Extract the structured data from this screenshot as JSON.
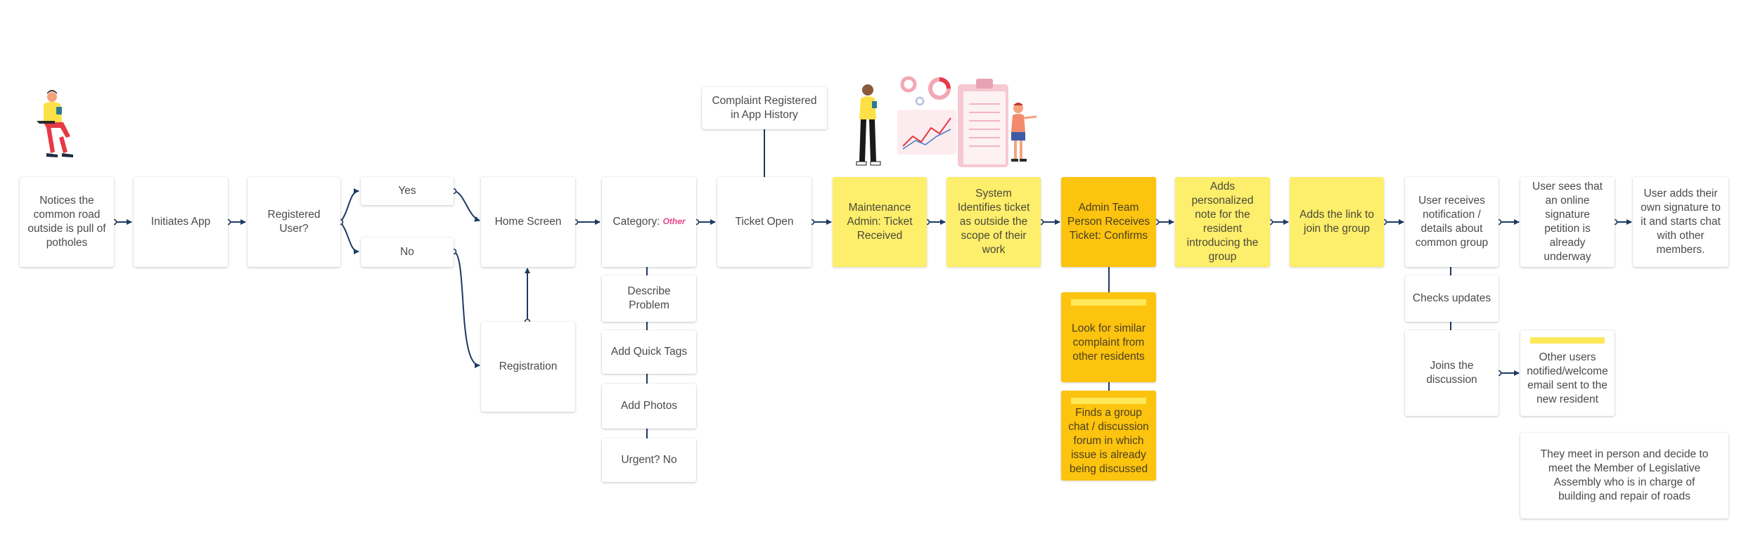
{
  "colors": {
    "connector": "#1d3a63",
    "note_yellow": "#fdee6b",
    "note_amber": "#fcc30f",
    "accent_pink": "#e7448d"
  },
  "nodes": {
    "notices": "Notices the common road outside is pull of potholes",
    "initiates": "Initiates App",
    "registered": "Registered User?",
    "yes": "Yes",
    "no": "No",
    "home": "Home Screen",
    "registration": "Registration",
    "category_label": "Category:",
    "category_value": "Other",
    "describe": "Describe Problem",
    "quick_tags": "Add Quick Tags",
    "photos": "Add Photos",
    "urgent": "Urgent? No",
    "complaint_history": "Complaint Registered in App History",
    "ticket_open": "Ticket Open",
    "maintenance": "Maintenance Admin: Ticket Received",
    "system_identifies": "System Identifies ticket as outside the scope of their work",
    "admin_team": "Admin Team Person Receives Ticket: Confirms",
    "look_similar": "Look for similar complaint from other residents",
    "finds_group": "Finds a group chat / discussion forum in which issue is already being discussed",
    "personal_note": "Adds personalized note for the resident introducing the group",
    "adds_link": "Adds the link to join the group",
    "user_receives": "User receives notification / details about common group",
    "checks_updates": "Checks updates",
    "joins": "Joins the discussion",
    "other_users": "Other users notified/welcome email sent to the new resident",
    "sees_petition": "User sees that an online signature petition is already underway",
    "adds_signature": "User adds their own signature to it and starts chat with other members.",
    "meet_mla": "They meet in person and decide to meet the Member of Legislative Assembly who is in charge of building and repair of roads"
  },
  "illustrations": {
    "left": "person-sitting-with-phone",
    "top": "two-people-with-charts-and-clipboard"
  }
}
